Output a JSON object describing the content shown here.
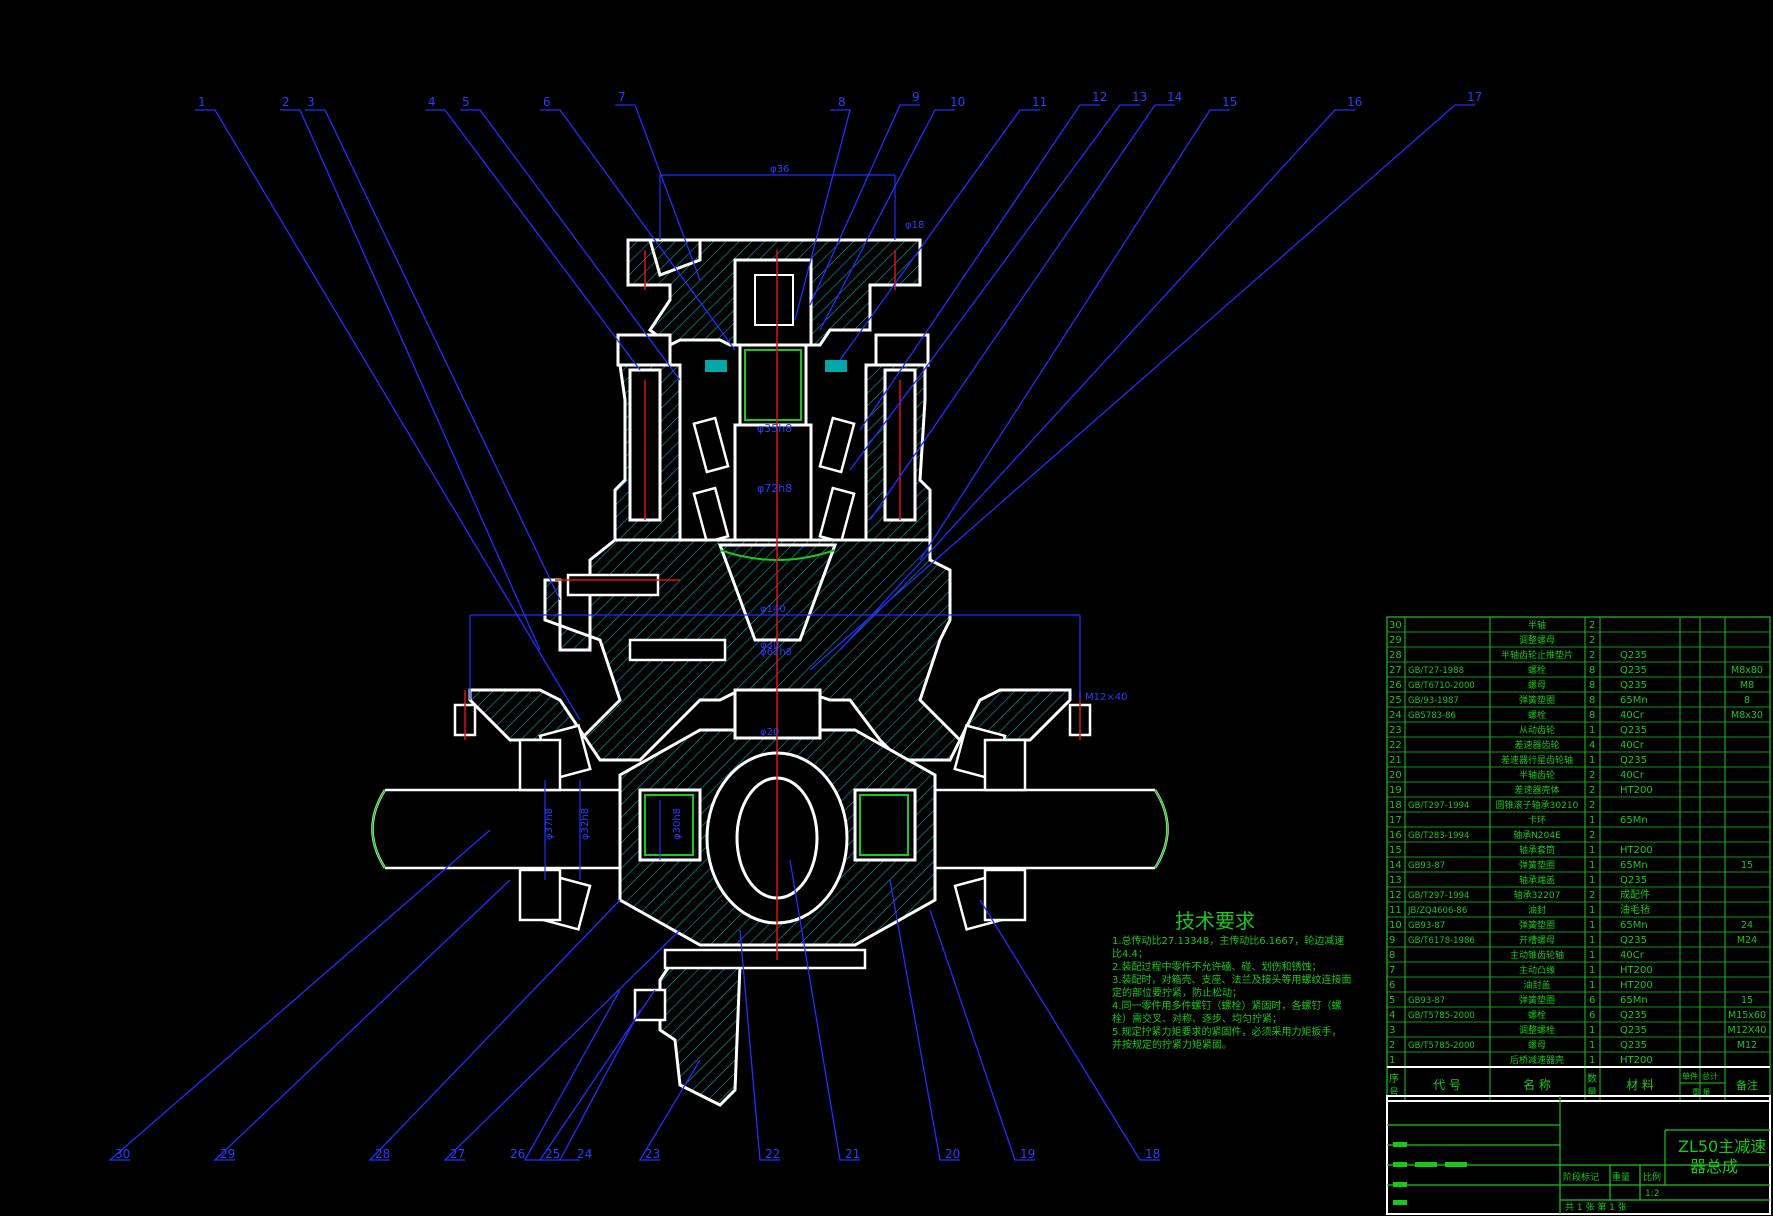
{
  "balloons": [
    "1",
    "2",
    "3",
    "4",
    "5",
    "6",
    "7",
    "8",
    "9",
    "10",
    "11",
    "12",
    "13",
    "14",
    "15",
    "16",
    "17",
    "18",
    "19",
    "20",
    "21",
    "22",
    "23",
    "24",
    "25",
    "26",
    "27",
    "28",
    "29",
    "30"
  ],
  "dims": [
    "φ35h8",
    "φ72h8",
    "φ30h8",
    "φ62h8",
    "φ20",
    "φ36",
    "φ37h8",
    "φ32h8",
    "M12×40",
    "φ18",
    "φ30",
    "φ140"
  ],
  "tech": {
    "title": "技术要求",
    "lines": [
      "1.总传动比27.13348，主传动比6.1667，轮边减速",
      "比4.4；",
      "2.装配过程中零件不允许磕、碰、划伤和锈蚀；",
      "3.装配时，对箱壳、支座、法兰及接头等用螺纹连接面",
      "定的部位要拧紧，防止松动；",
      "4.同一零件用多件螺钉（螺栓）紧固时，各螺钉（螺",
      "栓）需交叉、对称、逐步、均匀拧紧；",
      "5.规定拧紧力矩要求的紧固件，必须采用力矩扳手，",
      "并按规定的拧紧力矩紧固。"
    ]
  },
  "bom": {
    "rows": [
      {
        "no": "30",
        "code": "",
        "name": "半轴",
        "qty": "2",
        "mat": "",
        "note": ""
      },
      {
        "no": "29",
        "code": "",
        "name": "调整螺母",
        "qty": "2",
        "mat": "",
        "note": ""
      },
      {
        "no": "28",
        "code": "",
        "name": "半轴齿轮止推垫片",
        "qty": "2",
        "mat": "Q235",
        "note": ""
      },
      {
        "no": "27",
        "code": "GB/T27-1988",
        "name": "螺栓",
        "qty": "8",
        "mat": "Q235",
        "note": "M8x80"
      },
      {
        "no": "26",
        "code": "GB/T6710-2000",
        "name": "螺母",
        "qty": "8",
        "mat": "Q235",
        "note": "M8"
      },
      {
        "no": "25",
        "code": "GB/93-1987",
        "name": "弹簧垫圈",
        "qty": "8",
        "mat": "65Mn",
        "note": "8"
      },
      {
        "no": "24",
        "code": "GB5783-86",
        "name": "螺栓",
        "qty": "8",
        "mat": "40Cr",
        "note": "M8x30"
      },
      {
        "no": "23",
        "code": "",
        "name": "从动齿轮",
        "qty": "1",
        "mat": "Q235",
        "note": ""
      },
      {
        "no": "22",
        "code": "",
        "name": "差速器齿轮",
        "qty": "4",
        "mat": "40Cr",
        "note": ""
      },
      {
        "no": "21",
        "code": "",
        "name": "差速器行星齿轮轴",
        "qty": "1",
        "mat": "Q235",
        "note": ""
      },
      {
        "no": "20",
        "code": "",
        "name": "半轴齿轮",
        "qty": "2",
        "mat": "40Cr",
        "note": ""
      },
      {
        "no": "19",
        "code": "",
        "name": "差速器壳体",
        "qty": "2",
        "mat": "HT200",
        "note": ""
      },
      {
        "no": "18",
        "code": "GB/T297-1994",
        "name": "圆锥滚子轴承30210",
        "qty": "2",
        "mat": "",
        "note": ""
      },
      {
        "no": "17",
        "code": "",
        "name": "卡环",
        "qty": "1",
        "mat": "65Mn",
        "note": ""
      },
      {
        "no": "16",
        "code": "GB/T283-1994",
        "name": "轴承N204E",
        "qty": "2",
        "mat": "",
        "note": ""
      },
      {
        "no": "15",
        "code": "",
        "name": "轴承套筒",
        "qty": "1",
        "mat": "HT200",
        "note": ""
      },
      {
        "no": "14",
        "code": "GB93-87",
        "name": "弹簧垫圈",
        "qty": "1",
        "mat": "65Mn",
        "note": "15"
      },
      {
        "no": "13",
        "code": "",
        "name": "轴承端盖",
        "qty": "1",
        "mat": "Q235",
        "note": ""
      },
      {
        "no": "12",
        "code": "GB/T297-1994",
        "name": "轴承32207",
        "qty": "2",
        "mat": "成配件",
        "note": ""
      },
      {
        "no": "11",
        "code": "JB/ZQ4606-86",
        "name": "油封",
        "qty": "1",
        "mat": "油毛毡",
        "note": ""
      },
      {
        "no": "10",
        "code": "GB93-87",
        "name": "弹簧垫圈",
        "qty": "1",
        "mat": "65Mn",
        "note": "24"
      },
      {
        "no": "9",
        "code": "GB/T6178-1986",
        "name": "开槽螺母",
        "qty": "1",
        "mat": "Q235",
        "note": "M24"
      },
      {
        "no": "8",
        "code": "",
        "name": "主动锥齿轮轴",
        "qty": "1",
        "mat": "40Cr",
        "note": ""
      },
      {
        "no": "7",
        "code": "",
        "name": "主动凸缘",
        "qty": "1",
        "mat": "HT200",
        "note": ""
      },
      {
        "no": "6",
        "code": "",
        "name": "油封盖",
        "qty": "1",
        "mat": "HT200",
        "note": ""
      },
      {
        "no": "5",
        "code": "GB93-87",
        "name": "弹簧垫圈",
        "qty": "6",
        "mat": "65Mn",
        "note": "15"
      },
      {
        "no": "4",
        "code": "GB/T5785-2000",
        "name": "螺栓",
        "qty": "6",
        "mat": "Q235",
        "note": "M15x60"
      },
      {
        "no": "3",
        "code": "",
        "name": "调整螺栓",
        "qty": "1",
        "mat": "Q235",
        "note": "M12X40"
      },
      {
        "no": "2",
        "code": "GB/T5785-2000",
        "name": "螺母",
        "qty": "1",
        "mat": "Q235",
        "note": "M12"
      },
      {
        "no": "1",
        "code": "",
        "name": "后桥减速器壳",
        "qty": "1",
        "mat": "HT200",
        "note": ""
      }
    ],
    "header": {
      "no": "序号",
      "code": "代 号",
      "name": "名 称",
      "qty": "数量",
      "mat": "材 料",
      "unit": "单件",
      "total": "总计",
      "weight": "重 量",
      "note": "备注"
    }
  },
  "titleblock": {
    "title_line1": "ZL50主减速",
    "title_line2": "器总成",
    "stage": "阶段标记",
    "weight": "重量",
    "scale": "比例",
    "scale_val": "1:2",
    "sheets": "共 1 张 第 1 张"
  },
  "colors": {
    "background": "#000000",
    "outline": "#ffffff",
    "leader": "#1f2fff",
    "text": "#19c819",
    "center": "#e01010",
    "hatch": "#00a8a8"
  }
}
